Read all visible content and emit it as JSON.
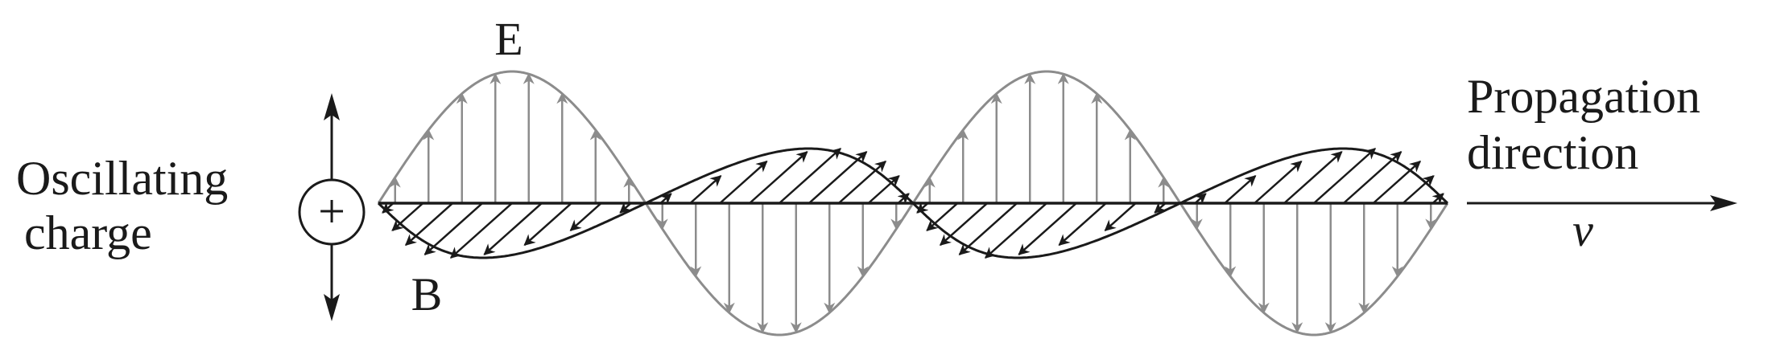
{
  "labels": {
    "charge_line1": "Oscillating",
    "charge_line2": "charge",
    "charge_symbol": "+",
    "e_field": "E",
    "b_field": "B",
    "propagation_line1": "Propagation",
    "propagation_line2": "direction",
    "velocity": "v"
  },
  "colors": {
    "e_field": "#8c8c8c",
    "b_field": "#1a1a1a",
    "axis": "#1a1a1a"
  }
}
